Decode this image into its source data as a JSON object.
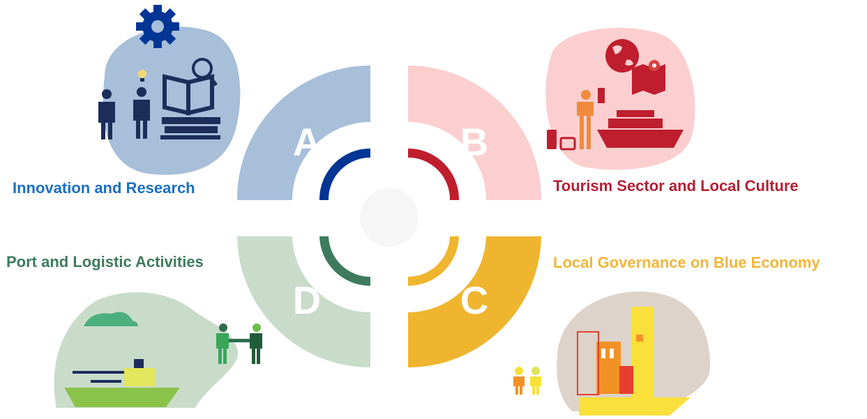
{
  "quadrants": [
    {
      "id": "A",
      "letter": "A",
      "label": "Innovation and Research",
      "color": "#A7BFD9",
      "ring_color": "#003594",
      "label_color": "#1A6FC4"
    },
    {
      "id": "B",
      "letter": "B",
      "label": "Tourism Sector and Local Culture",
      "color": "#FBCFCF",
      "ring_color": "#BF1E2E",
      "label_color": "#B41F34"
    },
    {
      "id": "C",
      "letter": "C",
      "label": "Local Governance on Blue Economy",
      "color": "#F0B52E",
      "ring_color": "#F0B52E",
      "label_color": "#F1B63A"
    },
    {
      "id": "D",
      "letter": "D",
      "label": "Port and Logistic Activities",
      "color": "#C9DCCA",
      "ring_color": "#3E7B5E",
      "label_color": "#3E7B5E"
    }
  ],
  "icons": {
    "A": "research-illustration-icon",
    "B": "tourism-illustration-icon",
    "C": "governance-illustration-icon",
    "D": "port-illustration-icon"
  }
}
